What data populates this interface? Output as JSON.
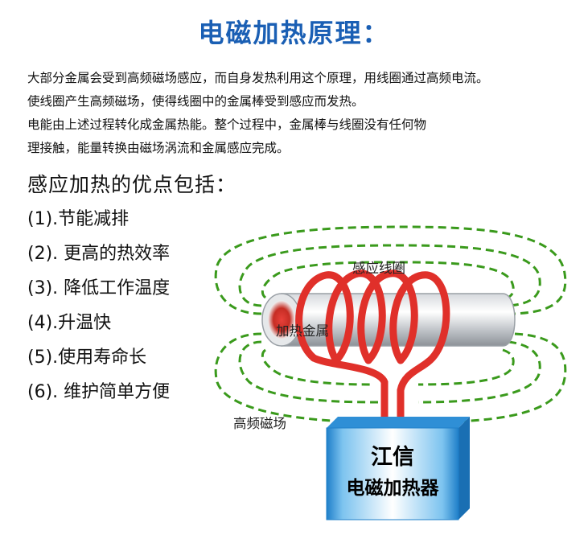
{
  "title": "电磁加热原理：",
  "intro_lines": [
    "大部分金属会受到高频磁场感应，而自身发热利用这个原理，用线圈通过高频电流。",
    "使线圈产生高频磁场，使得线圈中的金属棒受到感应而发热。",
    "电能由上述过程转化成金属热能。整个过程中，金属棒与线圈没有任何物",
    "理接触，能量转换由磁场涡流和金属感应完成。"
  ],
  "benefits_title": "感应加热的优点包括：",
  "benefits": [
    "(1).节能减排",
    "(2). 更高的热效率",
    "(3). 降低工作温度",
    "(4).升温快",
    "(5).使用寿命长",
    "(6). 维护简单方便"
  ],
  "diagram": {
    "coil_label": "感应线圈",
    "metal_label": "加热金属",
    "field_label": "高频磁场",
    "brand": "江信",
    "device": "电磁加热器",
    "colors": {
      "coil": "#e0302a",
      "field": "#3a9a1c",
      "box": "#3fa0e0",
      "title": "#1a5fb4"
    }
  }
}
